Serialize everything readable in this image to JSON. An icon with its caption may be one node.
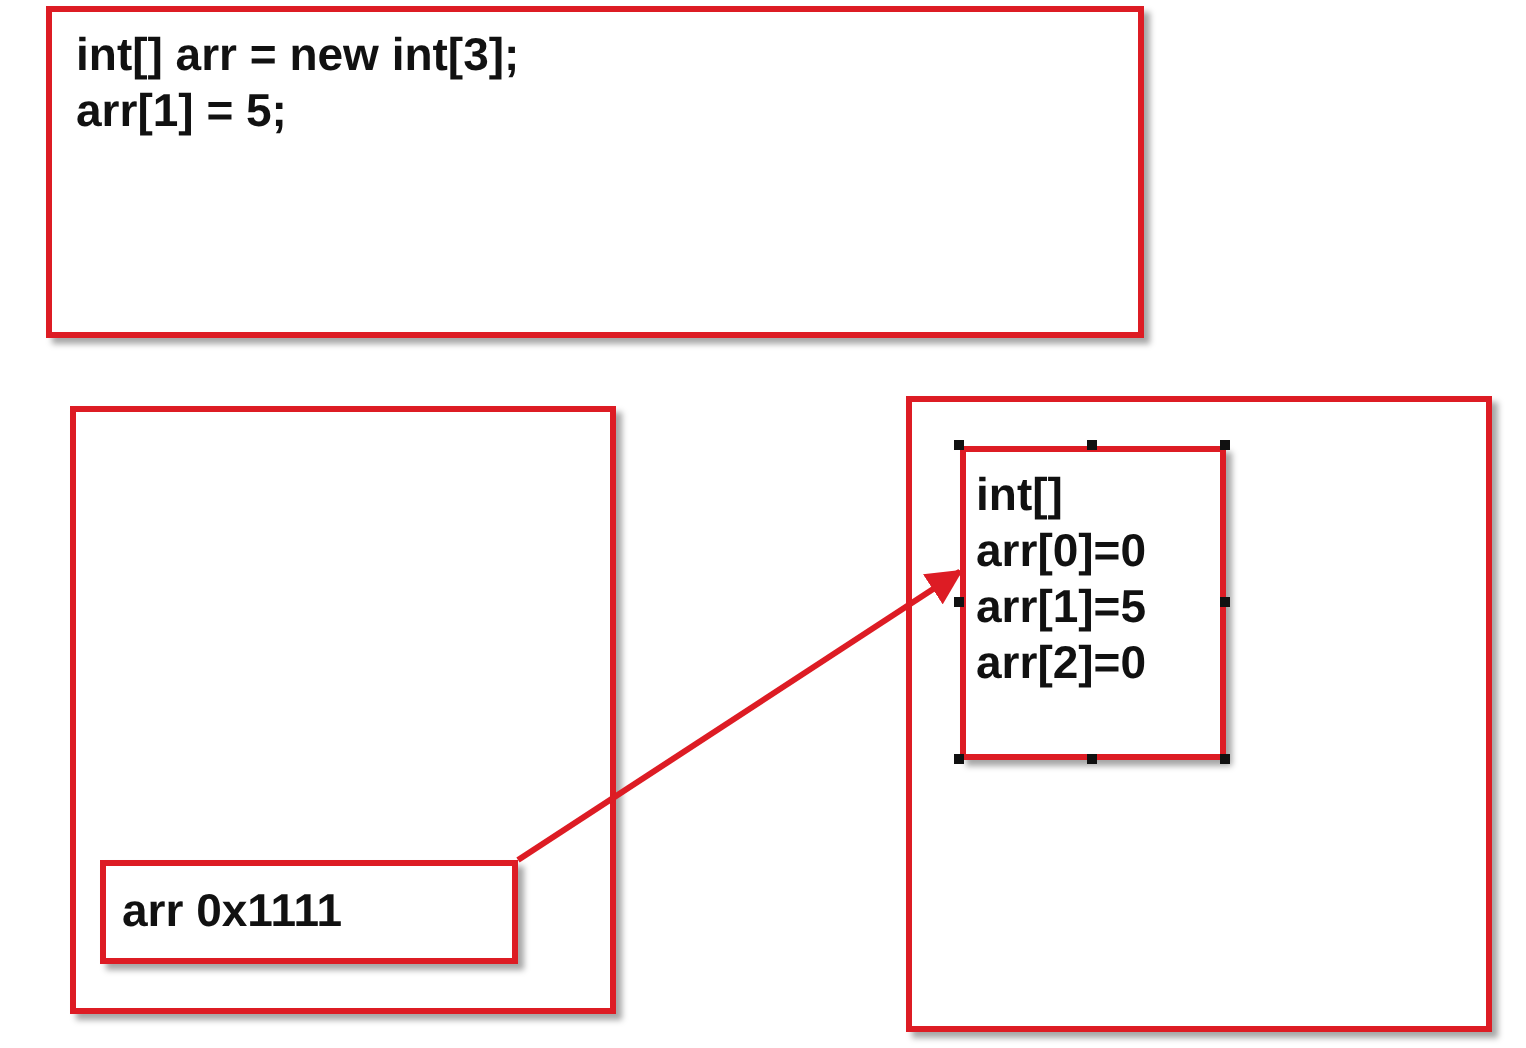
{
  "diagram": {
    "nodes": [
      {
        "text": [
          "int[] arr = new int[3];",
          "arr[1] = 5;"
        ]
      },
      {
        "text": [],
        "shape": "box"
      },
      {
        "text": [
          "arr 0x1111"
        ],
        "in": 1
      },
      {
        "text": [],
        "shape": "box"
      },
      {
        "text": [
          "int[]",
          "arr[0]=0",
          "arr[1]=5",
          "arr[2]=0"
        ],
        "in": 3
      }
    ],
    "edges": [
      {
        "from": 2,
        "to": 4,
        "arrow": "to"
      }
    ]
  }
}
